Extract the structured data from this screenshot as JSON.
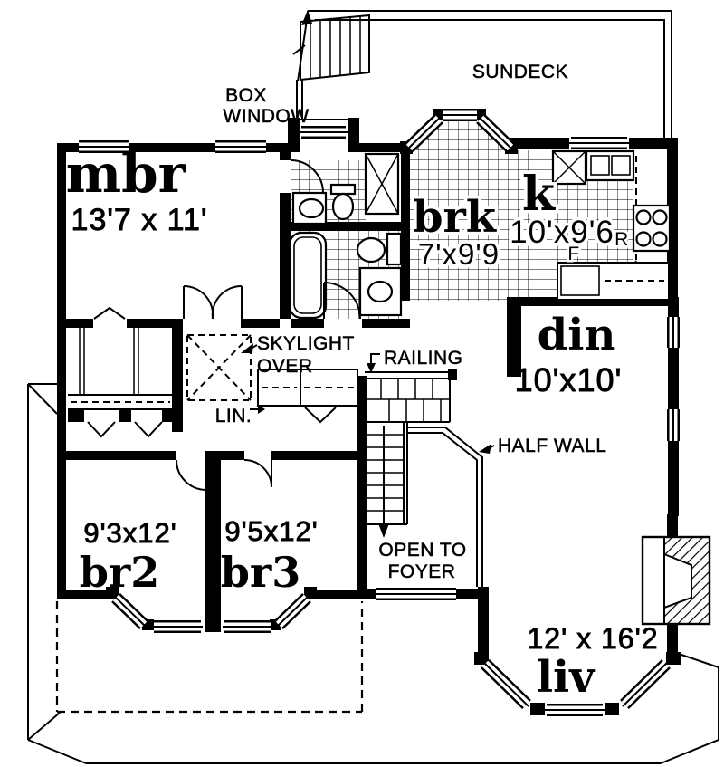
{
  "rooms": {
    "mbr": {
      "name": "mbr",
      "dims": "13'7 x 11'"
    },
    "brk": {
      "name": "brk",
      "dims": "7'x9'9"
    },
    "kitchen": {
      "name": "k",
      "dims": "10'x9'6"
    },
    "din": {
      "name": "din",
      "dims": "10'x10'"
    },
    "br2": {
      "name": "br2",
      "dims": "9'3x12'"
    },
    "br3": {
      "name": "br3",
      "dims": "9'5x12'"
    },
    "liv": {
      "name": "liv",
      "dims": "12' x 16'2"
    }
  },
  "labels": {
    "sundeck": "SUNDECK",
    "box_window": [
      "BOX",
      "WINDOW"
    ],
    "skylight": [
      "SKYLIGHT",
      "OVER"
    ],
    "railing": "RAILING",
    "linen": "LIN.",
    "half_wall": "HALF WALL",
    "open_to_foyer": [
      "OPEN TO",
      "FOYER"
    ],
    "range": "R",
    "fridge": "F"
  },
  "colors": {
    "ink": "#000000",
    "paper": "#ffffff"
  }
}
